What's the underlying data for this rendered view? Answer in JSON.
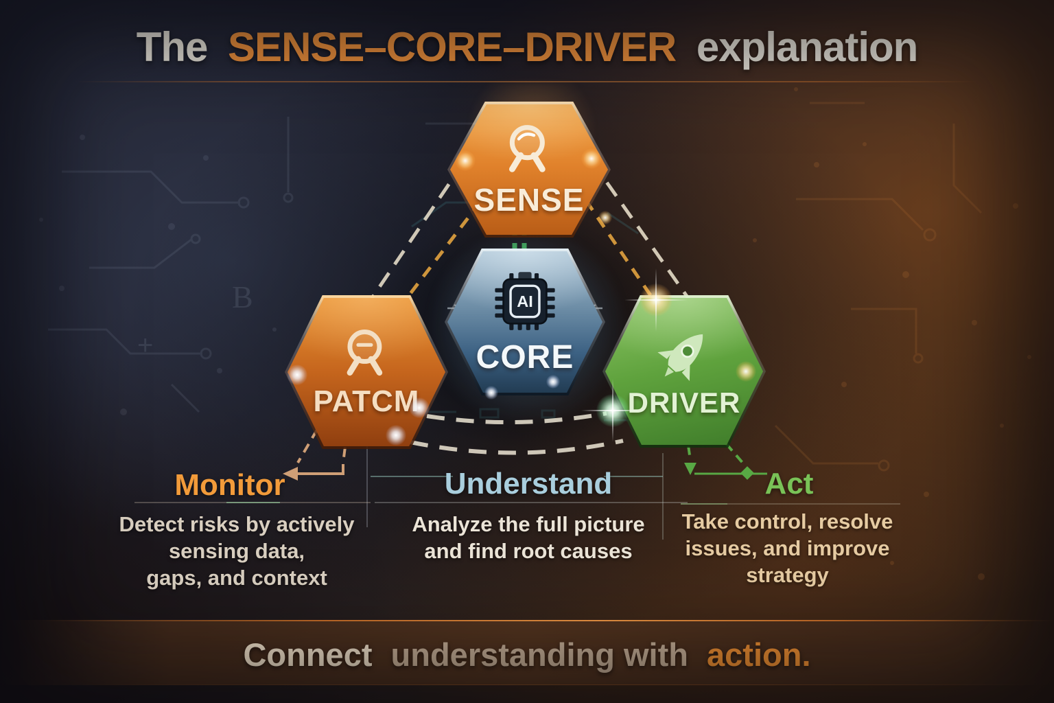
{
  "title": {
    "prefix": "The",
    "highlight": "SENSE–CORE–DRIVER",
    "suffix": "explanation"
  },
  "hexagons": [
    {
      "label": "SENSE",
      "icon": "magnifier-icon"
    },
    {
      "label": "CORE",
      "icon": "ai-chip-icon",
      "chip_label": "AI"
    },
    {
      "label": "PATCM",
      "icon": "magnifier-scan-icon"
    },
    {
      "label": "DRIVER",
      "icon": "rocket-icon"
    }
  ],
  "sections": [
    {
      "heading": "Monitor",
      "body": "Detect risks by actively\nsensing data,\ngaps, and context",
      "accent": "#f29b3a"
    },
    {
      "heading": "Understand",
      "body": "Analyze the full picture\nand find root causes",
      "accent": "#a9cedd"
    },
    {
      "heading": "Act",
      "body": "Take control, resolve\nissues, and improve\nstrategy",
      "accent": "#79c257"
    }
  ],
  "footer": {
    "prefix": "Connect",
    "middle": "understanding with",
    "highlight": "action."
  },
  "colors": {
    "title_highlight": "#f0923c",
    "sense_hex": "#e0812b",
    "core_hex": "#3c6183",
    "patch_hex": "#c5651d",
    "driver_hex": "#5fa23d",
    "footer_highlight": "#f39232",
    "dashed_white": "#e9e0cb",
    "dashed_yellow": "#e2a33f",
    "dashed_green": "#46b266"
  }
}
